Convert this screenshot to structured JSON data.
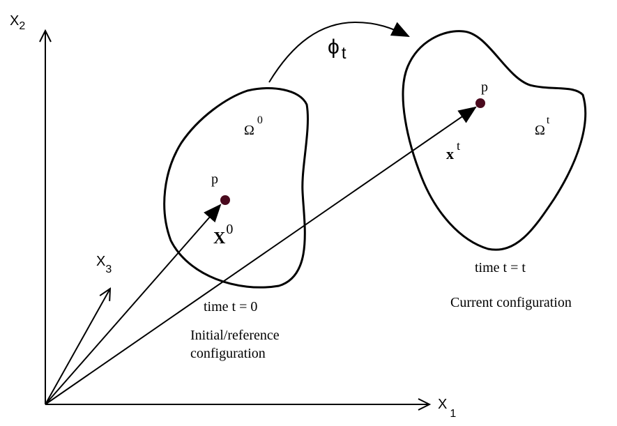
{
  "axes": {
    "x1": {
      "letter": "X",
      "index": "1"
    },
    "x2": {
      "letter": "X",
      "index": "2"
    },
    "x3": {
      "letter": "X",
      "index": "3"
    }
  },
  "mapping": {
    "symbol": "ϕ",
    "subscript": "t"
  },
  "reference": {
    "domain_symbol": "Ω",
    "domain_superscript": "0",
    "point_label": "p",
    "position_vector": "X",
    "position_superscript": "0",
    "time_label": "time t = 0",
    "caption_line1": "Initial/reference",
    "caption_line2": "configuration"
  },
  "current": {
    "domain_symbol": "Ω",
    "domain_superscript": "t",
    "point_label": "p",
    "position_vector": "x",
    "position_superscript": "t",
    "time_label": "time t = t",
    "caption": "Current configuration"
  },
  "colors": {
    "point": "#4a0a1e",
    "stroke": "#000000"
  }
}
